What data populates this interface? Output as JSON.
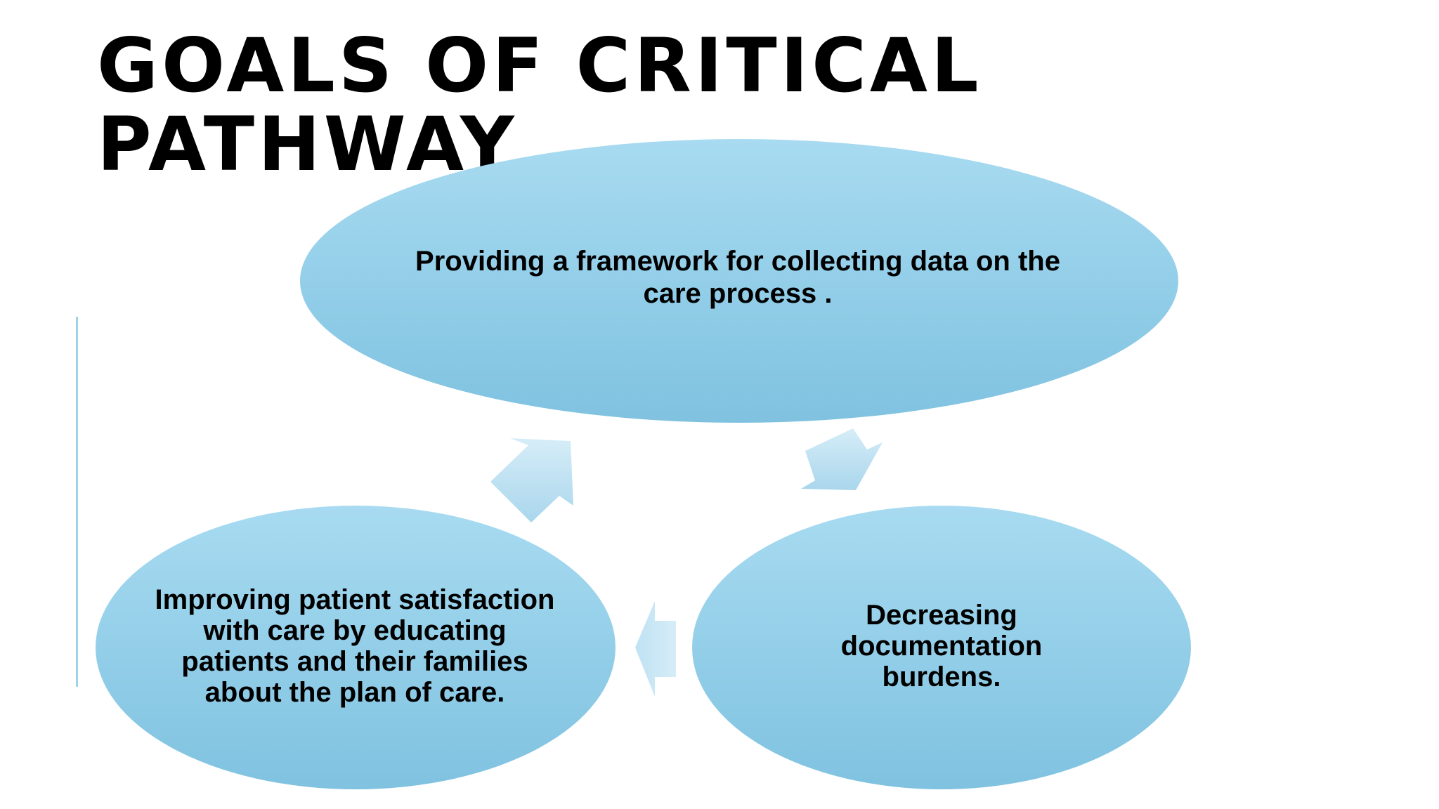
{
  "slide": {
    "title": "GOALS OF CRITICAL\nPATHWAY"
  },
  "cycle": {
    "nodes": [
      {
        "text": "Providing a framework for collecting data on the care process ."
      },
      {
        "text": "Decreasing documentation burdens."
      },
      {
        "text": "Improving patient satisfaction with care by educating patients and their families about the plan of care."
      }
    ],
    "direction": "clockwise"
  },
  "colors": {
    "ellipse_top": "#a8dbf1",
    "ellipse_bottom": "#7fc2e0",
    "arrow_light": "#d6edf8",
    "arrow_dark": "#a9d6ec",
    "accent_line": "#9fd3ea",
    "title": "#000000"
  }
}
